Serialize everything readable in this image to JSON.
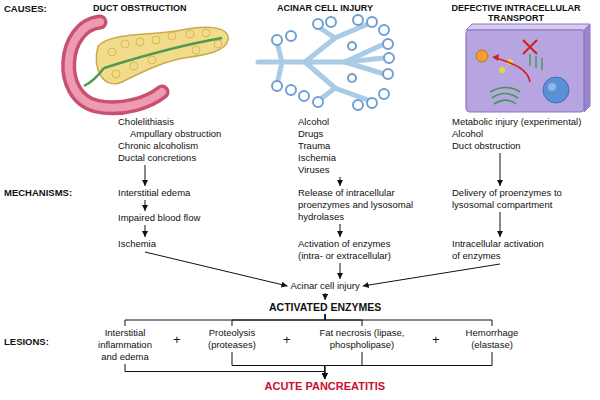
{
  "diagram": {
    "nodes": [
      {
        "text": [
          "Cholelithiasis",
          "Ampullary obstruction",
          "Chronic alcoholism",
          "Ductal concretions"
        ]
      },
      {
        "text": [
          "Interstitial edema"
        ]
      },
      {
        "text": [
          "Impaired blood flow"
        ]
      },
      {
        "text": [
          "Ischemia"
        ]
      },
      {
        "text": [
          "Alcohol",
          "Drugs",
          "Trauma",
          "Ischemia",
          "Viruses"
        ]
      },
      {
        "text": [
          "Release of intracellular proenzymes and lysosomal hydrolases"
        ]
      },
      {
        "text": [
          "Activation of enzymes (intra- or extracellular)"
        ]
      },
      {
        "text": [
          "Metabolic injury (experimental)",
          "Alcohol",
          "Duct obstruction"
        ]
      },
      {
        "text": [
          "Delivery of proenzymes to lysosomal compartment"
        ]
      },
      {
        "text": [
          "Intracellular activation of enzymes"
        ]
      },
      {
        "text": [
          "Acinar cell injury"
        ]
      },
      {
        "text": [
          "ACTIVATED ENZYMES"
        ]
      },
      {
        "text": [
          "Interstitial inflammation and edema"
        ]
      },
      {
        "text": [
          "Proteolysis (proteases)"
        ]
      },
      {
        "text": [
          "Fat necrosis (lipase, phospholipase)"
        ]
      },
      {
        "text": [
          "Hemorrhage (elastase)"
        ]
      },
      {
        "text": [
          "ACUTE PANCREATITIS"
        ]
      }
    ],
    "edges": [
      {
        "from": 0,
        "to": 1,
        "arrow": "to"
      },
      {
        "from": 1,
        "to": 2,
        "arrow": "to"
      },
      {
        "from": 2,
        "to": 3,
        "arrow": "to"
      },
      {
        "from": 3,
        "to": 10,
        "arrow": "to"
      },
      {
        "from": 4,
        "to": 5,
        "arrow": "to"
      },
      {
        "from": 5,
        "to": 6,
        "arrow": "to"
      },
      {
        "from": 6,
        "to": 10,
        "arrow": "to"
      },
      {
        "from": 7,
        "to": 8,
        "arrow": "to"
      },
      {
        "from": 8,
        "to": 9,
        "arrow": "to"
      },
      {
        "from": 9,
        "to": 10,
        "arrow": "to"
      },
      {
        "from": 10,
        "to": 11,
        "arrow": "to"
      },
      {
        "from": 11,
        "to": 12,
        "arrow": "none"
      },
      {
        "from": 11,
        "to": 13,
        "arrow": "none"
      },
      {
        "from": 11,
        "to": 14,
        "arrow": "none"
      },
      {
        "from": 11,
        "to": 15,
        "arrow": "none"
      },
      {
        "from": 12,
        "to": 16,
        "arrow": "to"
      },
      {
        "from": 13,
        "to": 16,
        "arrow": "to"
      },
      {
        "from": 14,
        "to": 16,
        "arrow": "to"
      },
      {
        "from": 15,
        "to": 16,
        "arrow": "to"
      }
    ],
    "labels": [
      "CAUSES:",
      "MECHANISMS:",
      "LESIONS:",
      "DUCT OBSTRUCTION",
      "ACINAR CELL INJURY",
      "DEFECTIVE INTRACELLULAR TRANSPORT",
      "+",
      "+",
      "+"
    ]
  }
}
